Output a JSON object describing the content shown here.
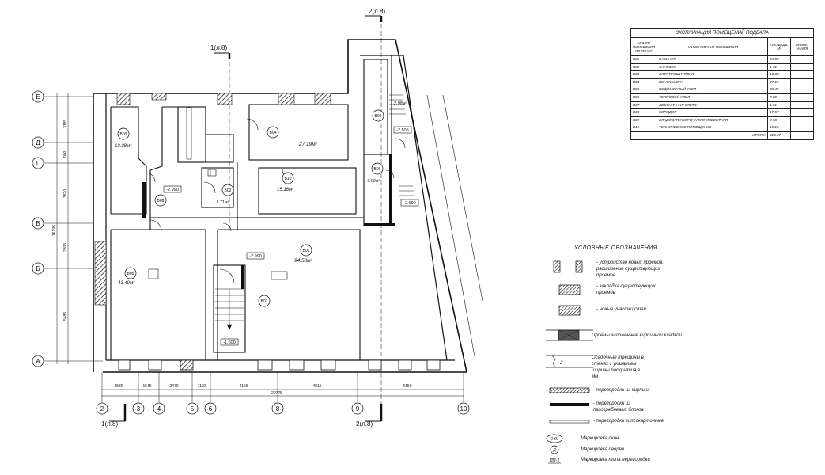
{
  "explication": {
    "caption": "ЭКСПЛИКАЦИЯ ПОМЕЩЕНИЙ ПОДВАЛА",
    "headers": {
      "num": "НОМЕР ПОМЕЩЕНИЯ ПО ПЛАНУ",
      "name": "НАИМЕНОВАНИЕ ПОМЕЩЕНИЯ",
      "area": "ПЛОЩАДЬ, М²",
      "note": "ПРИМЕ-ЧАНИЯ"
    },
    "rows": [
      {
        "num": "В01",
        "name": "КАБИНЕТ",
        "area": "94.58",
        "note": ""
      },
      {
        "num": "В02",
        "name": "САНУЗЕЛ",
        "area": "1.71",
        "note": ""
      },
      {
        "num": "В03",
        "name": "ЭЛЕКТРОЩИТОВАЯ",
        "area": "13.38",
        "note": ""
      },
      {
        "num": "В04",
        "name": "ВЕНТКАМЕРА",
        "area": "27.19",
        "note": ""
      },
      {
        "num": "В05",
        "name": "ВОДОМЕРНЫЙ УЗЕЛ",
        "area": "43.49",
        "note": ""
      },
      {
        "num": "В06",
        "name": "ТЕПЛОВОЙ УЗЕЛ",
        "area": "7.00",
        "note": ""
      },
      {
        "num": "В07",
        "name": "ЛЕСТНИЧНАЯ КЛЕТКА",
        "area": "1.91",
        "note": ""
      },
      {
        "num": "В08",
        "name": "КОРИДОР",
        "area": "17.97",
        "note": ""
      },
      {
        "num": "В09",
        "name": "КЛАДОВАЯ УБОРОЧНОГО ИНВЕНТАРЯ",
        "area": "2.98",
        "note": ""
      },
      {
        "num": "В10",
        "name": "ТЕХНИЧЕСКОЕ ПОМЕЩЕНИЕ",
        "area": "15.16",
        "note": ""
      }
    ],
    "total_label": "ИТОГО:",
    "total_value": "225.37"
  },
  "legend": {
    "title": "УСЛОВНЫЕ ОБОЗНАЧЕНИЯ",
    "items": [
      {
        "text": "- устройство новых проемов, расширение существующих проемов"
      },
      {
        "text": "- закладка существующих проемов"
      },
      {
        "text": "- новые участки стен"
      },
      {
        "text": "Проемы заложенные кирпичной кладкой"
      },
      {
        "text": "Осадочные трещины в стенах с указанием ширины раскрытия в мм",
        "symbol_label": "2"
      },
      {
        "text": "- перегородки из кирпича"
      },
      {
        "text": "- перегородки из пазогребневых блоков"
      },
      {
        "text": "- перегородки гипсокартонные"
      },
      {
        "text": "Маркировка окон",
        "symbol_label": "О-01"
      },
      {
        "text": "Маркировка дверей",
        "symbol_label": "Д"
      },
      {
        "text": "Маркировка типа перегородки",
        "symbol_label": "ПП-1"
      }
    ]
  },
  "plan": {
    "rooms": [
      {
        "id": "В03",
        "area": "13.38м²"
      },
      {
        "id": "В04",
        "area": "27.19м²"
      },
      {
        "id": "В09",
        "area": "2.98м²"
      },
      {
        "id": "В10",
        "area": "15.16м²"
      },
      {
        "id": "В06",
        "area": "7.00м²"
      },
      {
        "id": "В08",
        "area": ""
      },
      {
        "id": "В02",
        "area": "1.71м²"
      },
      {
        "id": "В05",
        "area": "43.49м²"
      },
      {
        "id": "В01",
        "area": "94.58м²"
      },
      {
        "id": "В07",
        "area": ""
      }
    ],
    "levels": [
      "-2.990",
      "-2.505",
      "-2.990",
      "-2.990",
      "-1.600"
    ],
    "axes_rows": [
      "Е",
      "Д",
      "Г",
      "В",
      "Б",
      "А"
    ],
    "axes_cols": [
      "2",
      "3",
      "4",
      "5",
      "6",
      "8",
      "9",
      "10"
    ],
    "dims_left": [
      "3185",
      "900",
      "3820",
      "16195",
      "2805",
      "5485"
    ],
    "dims_bottom": [
      "2530",
      "1545",
      "2470",
      "1110",
      "4155",
      "4815",
      "6150"
    ],
    "dim_total": "20775",
    "sections": [
      "1(л.8)",
      "2(л.8)",
      "1(л.8)",
      "2(л.8)"
    ]
  }
}
